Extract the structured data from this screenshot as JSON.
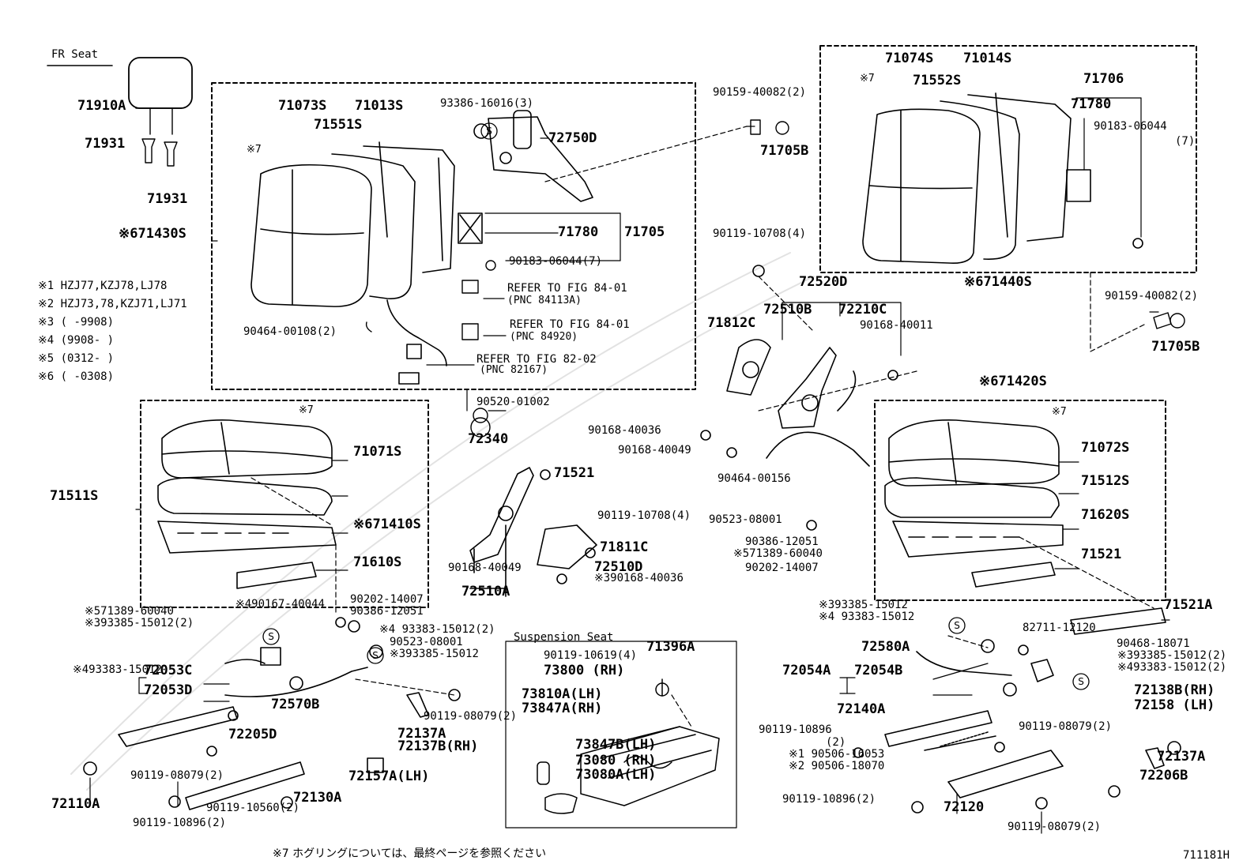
{
  "title": "FR Seat",
  "suspension_title": "Suspension Seat",
  "figure_number": "711181H",
  "footnote": "※7 ホグリングについては、最終ページを参照ください",
  "legend": [
    "※1  HZJ77,KZJ78,LJ78",
    "※2  HZJ73,78,KZJ71,LJ71",
    "※3  (      -9908)",
    "※4  (9908-      )",
    "※5  (0312-      )",
    "※6  (      -0308)"
  ],
  "labels": [
    {
      "text": "71910A",
      "style": "b"
    },
    {
      "text": "71931",
      "style": "b"
    },
    {
      "text": "71931",
      "style": "b"
    },
    {
      "text": "※671430S",
      "style": "b"
    },
    {
      "text": "71073S",
      "style": "b"
    },
    {
      "text": "71013S",
      "style": "b"
    },
    {
      "text": "71551S",
      "style": "b"
    },
    {
      "text": "※7",
      "style": "n"
    },
    {
      "text": "93386-16016(3)",
      "style": "s"
    },
    {
      "text": "72750D",
      "style": "b"
    },
    {
      "text": "71780",
      "style": "b"
    },
    {
      "text": "71705",
      "style": "b"
    },
    {
      "text": "90183-06044(7)",
      "style": "s"
    },
    {
      "text": "REFER TO FIG 84-01",
      "style": "s"
    },
    {
      "text": "(PNC 84113A)",
      "style": "n"
    },
    {
      "text": "REFER TO FIG 84-01",
      "style": "s"
    },
    {
      "text": "(PNC 84920)",
      "style": "n"
    },
    {
      "text": "REFER TO FIG 82-02",
      "style": "s"
    },
    {
      "text": "(PNC 82167)",
      "style": "n"
    },
    {
      "text": "90464-00108(2)",
      "style": "s"
    },
    {
      "text": "90520-01002",
      "style": "s"
    },
    {
      "text": "72340",
      "style": "b"
    },
    {
      "text": "90159-40082(2)",
      "style": "s"
    },
    {
      "text": "71705B",
      "style": "b"
    },
    {
      "text": "90119-10708(4)",
      "style": "s"
    },
    {
      "text": "72520D",
      "style": "b"
    },
    {
      "text": "72510B",
      "style": "b"
    },
    {
      "text": "72210C",
      "style": "b"
    },
    {
      "text": "71812C",
      "style": "b"
    },
    {
      "text": "90168-40011",
      "style": "s"
    },
    {
      "text": "90168-40036",
      "style": "s"
    },
    {
      "text": "90168-40049",
      "style": "s"
    },
    {
      "text": "90464-00156",
      "style": "s"
    },
    {
      "text": "71074S",
      "style": "b"
    },
    {
      "text": "71014S",
      "style": "b"
    },
    {
      "text": "71552S",
      "style": "b"
    },
    {
      "text": "71706",
      "style": "b"
    },
    {
      "text": "71780",
      "style": "b"
    },
    {
      "text": "※7",
      "style": "n"
    },
    {
      "text": "90183-06044",
      "style": "s"
    },
    {
      "text": "(7)",
      "style": "s"
    },
    {
      "text": "※671440S",
      "style": "b"
    },
    {
      "text": "90159-40082(2)",
      "style": "s"
    },
    {
      "text": "71705B",
      "style": "b"
    },
    {
      "text": "※671420S",
      "style": "b"
    },
    {
      "text": "※7",
      "style": "n"
    },
    {
      "text": "71072S",
      "style": "b"
    },
    {
      "text": "71512S",
      "style": "b"
    },
    {
      "text": "71620S",
      "style": "b"
    },
    {
      "text": "71521",
      "style": "b"
    },
    {
      "text": "71521A",
      "style": "b"
    },
    {
      "text": "90523-08001",
      "style": "s"
    },
    {
      "text": "90386-12051",
      "style": "s"
    },
    {
      "text": "※571389-60040",
      "style": "s"
    },
    {
      "text": "90202-14007",
      "style": "s"
    },
    {
      "text": "※7",
      "style": "n"
    },
    {
      "text": "71071S",
      "style": "b"
    },
    {
      "text": "71511S",
      "style": "b"
    },
    {
      "text": "※671410S",
      "style": "b"
    },
    {
      "text": "71610S",
      "style": "b"
    },
    {
      "text": "71521",
      "style": "b"
    },
    {
      "text": "90119-10708(4)",
      "style": "s"
    },
    {
      "text": "71811C",
      "style": "b"
    },
    {
      "text": "90168-40049",
      "style": "s"
    },
    {
      "text": "72510A",
      "style": "b"
    },
    {
      "text": "72510D",
      "style": "b"
    },
    {
      "text": "※390168-40036",
      "style": "s"
    },
    {
      "text": "※490167-40044",
      "style": "s"
    },
    {
      "text": "90202-14007",
      "style": "s"
    },
    {
      "text": "90386-12051",
      "style": "s"
    },
    {
      "text": "※571389-60040",
      "style": "s"
    },
    {
      "text": "※393385-15012(2)",
      "style": "s"
    },
    {
      "text": "※4 93383-15012(2)",
      "style": "s"
    },
    {
      "text": "90523-08001",
      "style": "s"
    },
    {
      "text": "※393385-15012",
      "style": "s"
    },
    {
      "text": "※493383-15012",
      "style": "s"
    },
    {
      "text": "72053C",
      "style": "b"
    },
    {
      "text": "72053D",
      "style": "b"
    },
    {
      "text": "72570B",
      "style": "b"
    },
    {
      "text": "72205D",
      "style": "b"
    },
    {
      "text": "90119-08079(2)",
      "style": "s"
    },
    {
      "text": "72110A",
      "style": "b"
    },
    {
      "text": "90119-10896(2)",
      "style": "s"
    },
    {
      "text": "90119-10560(2)",
      "style": "s"
    },
    {
      "text": "72130A",
      "style": "b"
    },
    {
      "text": "90119-08079(2)",
      "style": "s"
    },
    {
      "text": "72137A",
      "style": "b"
    },
    {
      "text": "72137B(RH)",
      "style": "b"
    },
    {
      "text": "72157A(LH)",
      "style": "b"
    },
    {
      "text": "71396A",
      "style": "b"
    },
    {
      "text": "90119-10619(4)",
      "style": "s"
    },
    {
      "text": "73800 (RH)",
      "style": "b"
    },
    {
      "text": "73810A(LH)",
      "style": "b"
    },
    {
      "text": "73847A(RH)",
      "style": "b"
    },
    {
      "text": "73847B(LH)",
      "style": "b"
    },
    {
      "text": "73080 (RH)",
      "style": "b"
    },
    {
      "text": "73080A(LH)",
      "style": "b"
    },
    {
      "text": "※393385-15012",
      "style": "s"
    },
    {
      "text": "※4 93383-15012",
      "style": "s"
    },
    {
      "text": "82711-12120",
      "style": "s"
    },
    {
      "text": "90468-18071",
      "style": "s"
    },
    {
      "text": "※393385-15012(2)",
      "style": "s"
    },
    {
      "text": "※493383-15012(2)",
      "style": "s"
    },
    {
      "text": "72580A",
      "style": "b"
    },
    {
      "text": "72054A",
      "style": "b"
    },
    {
      "text": "72054B",
      "style": "b"
    },
    {
      "text": "72138B(RH)",
      "style": "b"
    },
    {
      "text": "72158 (LH)",
      "style": "b"
    },
    {
      "text": "72140A",
      "style": "b"
    },
    {
      "text": "90119-10896",
      "style": "s"
    },
    {
      "text": "(2)",
      "style": "s"
    },
    {
      "text": "90119-08079(2)",
      "style": "s"
    },
    {
      "text": "※1 90506-16053",
      "style": "s"
    },
    {
      "text": "※2 90506-18070",
      "style": "s"
    },
    {
      "text": "72137A",
      "style": "b"
    },
    {
      "text": "72206B",
      "style": "b"
    },
    {
      "text": "90119-10896(2)",
      "style": "s"
    },
    {
      "text": "72120",
      "style": "b"
    },
    {
      "text": "90119-08079(2)",
      "style": "s"
    }
  ]
}
